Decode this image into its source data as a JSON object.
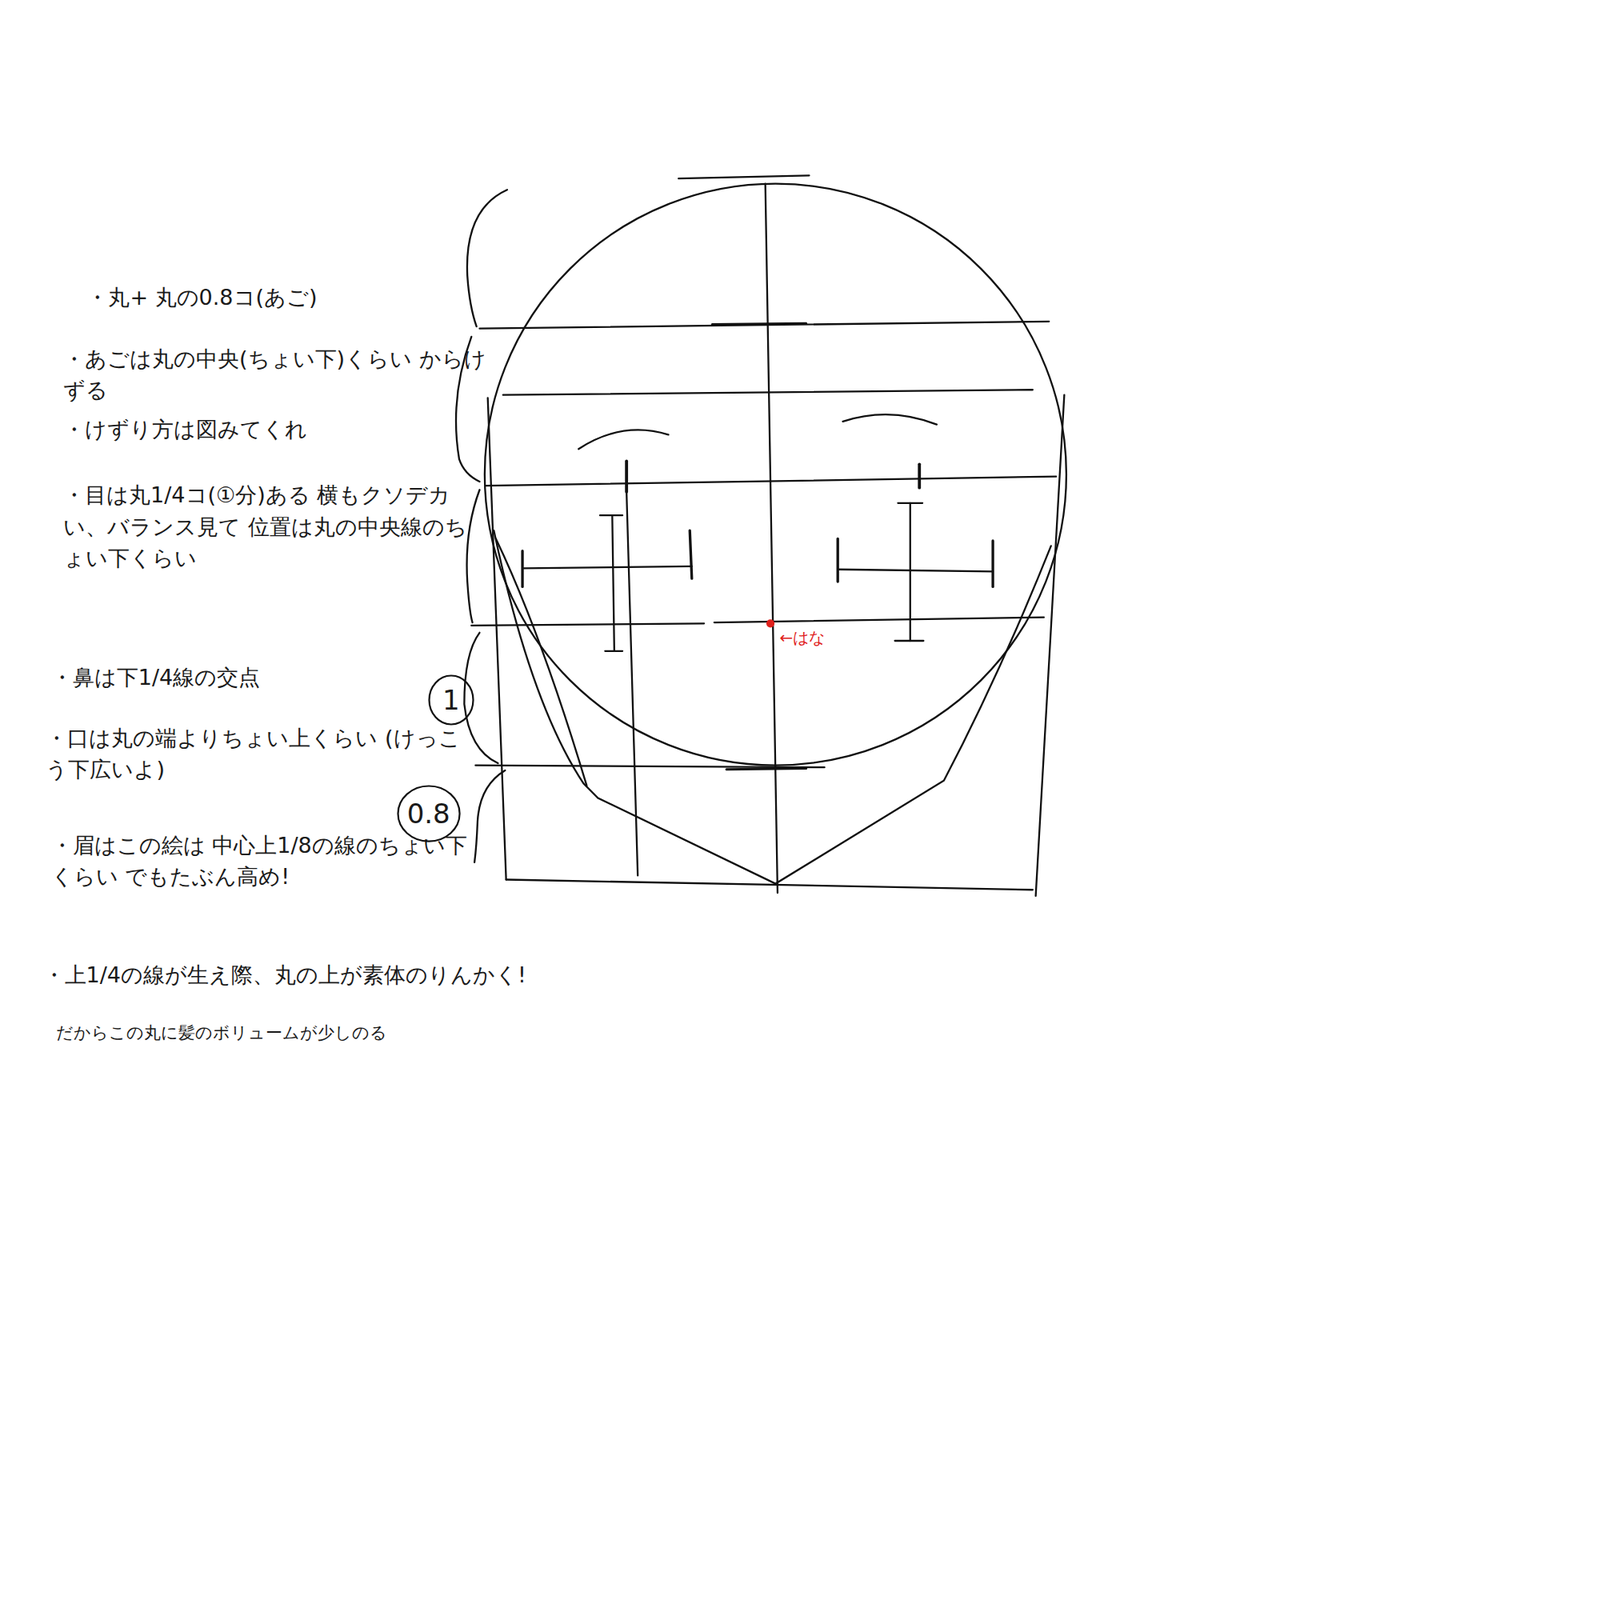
{
  "diagram": {
    "nodes": [
      {
        "text": [
          "1"
        ]
      },
      {
        "text": [
          "0.8"
        ]
      }
    ],
    "labels": [
      "・丸+ 丸の0.8コ(あご)",
      "・あごは丸の中央(ちょい下)くらい からけずる",
      "・けずり方は図みてくれ",
      "・目は丸1/4コ(①分)ある 横もクソデカい、バランス見て 位置は丸の中央線のちょい下くらい",
      "・鼻は下1/4線の交点",
      "・口は丸の端よりちょい上くらい (けっこう下広いよ)",
      "・眉はこの絵は 中心上1/8の線のちょい下くらい でもたぶん高め!",
      "・上1/4の線が生え際、丸の上が素体のりんかく!",
      "だからこの丸に髪のボリュームが少しのる",
      "←はな"
    ]
  }
}
